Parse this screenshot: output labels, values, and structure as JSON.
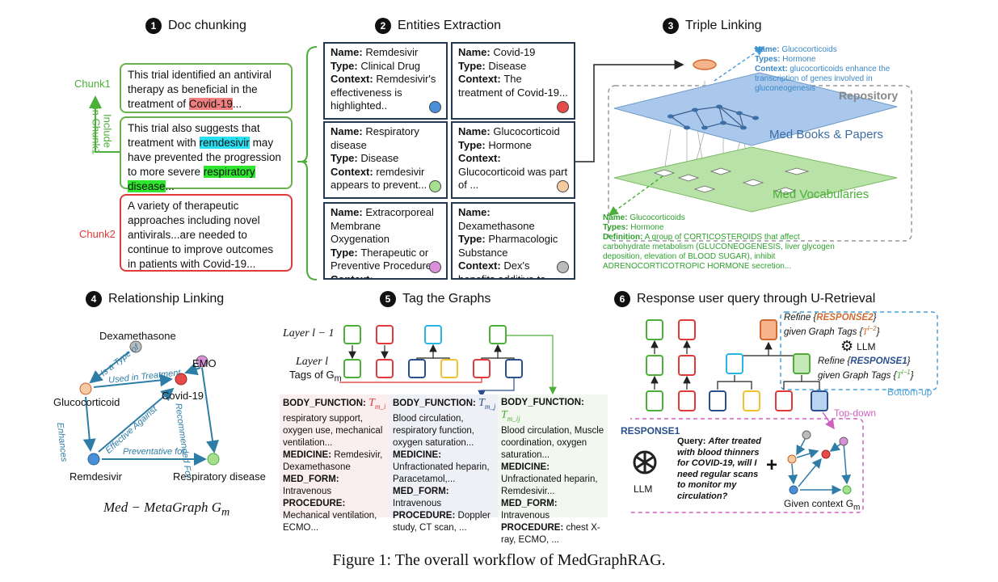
{
  "steps": {
    "s1": {
      "num": "1",
      "label": "Doc chunking"
    },
    "s2": {
      "num": "2",
      "label": "Entities Extraction"
    },
    "s3": {
      "num": "3",
      "label": "Triple Linking"
    },
    "s4": {
      "num": "4",
      "label": "Relationship Linking"
    },
    "s5": {
      "num": "5",
      "label": "Tag the Graphs"
    },
    "s6": {
      "num": "6",
      "label": "Response user query through U-Retrieval"
    }
  },
  "chunking": {
    "chunk1_label": "Chunk1",
    "chunk2_label": "Chunk2",
    "include_label_1": "Include",
    "include_label_2": "in Chunk1",
    "box1": {
      "pre": "This trial identified an antiviral therapy as beneficial in the treatment of ",
      "hl": "Covid-19",
      "post": "..."
    },
    "box2": {
      "a": "This trial also suggests that treatment with ",
      "hl1": "remdesivir",
      "b": " may have prevented the progression to more severe ",
      "hl2": "respiratory disease",
      "c": "..."
    },
    "box3": {
      "text": "A variety of therapeutic approaches including novel antivirals...are needed to continue to improve outcomes in patients with Covid-19..."
    }
  },
  "entities": {
    "name_key": "Name",
    "type_key": "Type",
    "context_key": "Context",
    "items": [
      {
        "name": "Remdesivir",
        "type": "Clinical Drug",
        "context": "Remdesivir's effectiveness is highlighted..",
        "color": "#4a90d9"
      },
      {
        "name": "Covid-19",
        "type": "Disease",
        "context": "The treatment of Covid-19...",
        "color": "#e84a4a"
      },
      {
        "name": "Respiratory disease",
        "type": "Disease",
        "context": "remdesivir appears to prevent...",
        "color": "#a6e08f"
      },
      {
        "name": "Glucocorticoid",
        "type": "Hormone",
        "context": "Glucocorticoid was part of ...",
        "color": "#f6c9a0"
      },
      {
        "name": "Extracorporeal Membrane Oxygenation",
        "type": "Therapeutic or Preventive Procedure",
        "context": "...",
        "color": "#d98fd9"
      },
      {
        "name": "Dexamethasone",
        "type": "Pharmacologic Substance",
        "context": "Dex's benefits additive to..",
        "color": "#bbbbbb"
      }
    ]
  },
  "linking": {
    "top_name_key": "Name:",
    "top_name": "Glucocorticoids",
    "top_type_key": "Types:",
    "top_type": "Hormone",
    "top_context_key": "Context:",
    "top_context": "glucocorticoids enhance the transcription of genes involved in gluconeogenesis",
    "repository": "Repository",
    "books": "Med Books & Papers",
    "vocab": "Med Vocabularies",
    "bottom_name_key": "Name:",
    "bottom_name": "Glucocorticoids",
    "bottom_type_key": "Types:",
    "bottom_type": "Hormone",
    "bottom_def_key": "Definition:",
    "bottom_def": "A group of CORTICOSTEROIDS that affect carbohydrate metabolism (GLUCONEOGENESIS, liver glycogen deposition, elevation of BLOOD SUGAR), inhibit ADRENOCORTICOTROPIC HORMONE secretion..."
  },
  "relationship": {
    "nodes": {
      "dexamethasone": "Dexamethasone",
      "emo": "EMO",
      "glucocorticoid": "Glucocorticoid",
      "covid": "Covid-19",
      "remdesivir": "Remdesivir",
      "respiratory": "Respiratory disease"
    },
    "edges": {
      "is_type_of": "Is a Type of",
      "used_in_treatment": "Used in Treatment",
      "recommended_for": "Recommended For",
      "enhances": "Enhances",
      "effective_against": "Effective Against",
      "preventative_for": "Preventative for"
    },
    "caption": "Med − MetaGraph G",
    "caption_sub": "m"
  },
  "tagging": {
    "layer_upper": "Layer l − 1",
    "layer_lower": "Layer l",
    "tags_of": "Tags of G",
    "tags_sub": "m",
    "columns": [
      {
        "tag": "T",
        "tag_sub": "m_i",
        "tag_color": "#e23a3a",
        "body_key": "BODY_FUNCTION:",
        "body": "respiratory support, oxygen use, mechanical ventilation...",
        "med_key": "MEDICINE:",
        "med": "Remdesivir, Dexamethasone",
        "form_key": "MED_FORM:",
        "form": "Intravenous",
        "proc_key": "PROCEDURE:",
        "proc": "Mechanical ventilation, ECMO..."
      },
      {
        "tag": "T",
        "tag_sub": "m_j",
        "tag_color": "#2a4f8f",
        "body_key": "BODY_FUNCTION:",
        "body": "Blood circulation, respiratory function, oxygen saturation...",
        "med_key": "MEDICINE:",
        "med": "Unfractionated heparin, Paracetamol,...",
        "form_key": "MED_FORM:",
        "form": "Intravenous",
        "proc_key": "PROCEDURE:",
        "proc": "Doppler study, CT scan, ..."
      },
      {
        "tag": "T",
        "tag_sub": "m_ij",
        "tag_color": "#4caf3a",
        "body_key": "BODY_FUNCTION:",
        "body": "Blood circulation, Muscle coordination, oxygen saturation...",
        "med_key": "MEDICINE:",
        "med": "Unfractionated heparin, Remdesivir...",
        "form_key": "MED_FORM:",
        "form": "Intravenous",
        "proc_key": "PROCEDURE:",
        "proc": "chest X-ray, ECMO, ..."
      }
    ]
  },
  "retrieval": {
    "refine2_a": "Refine {",
    "refine2_b": "RESPONSE2",
    "refine2_c": "}",
    "refine2_d": "given Graph Tags {",
    "refine2_tag": "T",
    "refine2_sup": "l−2",
    "refine2_e": "}",
    "llm": "LLM",
    "refine1_a": "Refine {",
    "refine1_b": "RESPONSE1",
    "refine1_c": "}",
    "refine1_d": "given Graph Tags {",
    "refine1_tag": "T",
    "refine1_sup": "l−1",
    "refine1_e": "}",
    "bottom_up": "Bottom-up",
    "top_down": "Top-down",
    "response1": "RESPONSE1",
    "query_key": "Query:",
    "query": "After treated with blood thinners for COVID-19, will I need regular scans to monitor my circulation?",
    "llm2": "LLM",
    "plus": "+",
    "given_context": "Given context G",
    "given_sub": "m"
  },
  "caption": "Figure 1: The overall workflow of MedGraphRAG."
}
